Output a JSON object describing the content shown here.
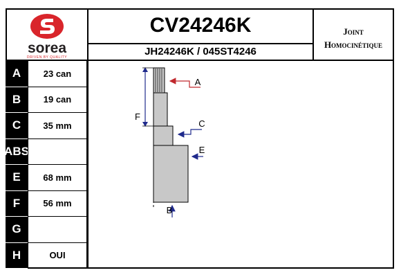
{
  "brand": {
    "name": "sorea",
    "tagline": "DRIVEN BY QUALITY",
    "logo_color": "#d9252b"
  },
  "header": {
    "reference": "CV24246K",
    "alt_references": "JH24246K / 045ST4246",
    "product_type_line1": "Joint",
    "product_type_line2": "Homocinétique"
  },
  "specs": [
    {
      "label": "A",
      "value": "23 can"
    },
    {
      "label": "B",
      "value": "19 can"
    },
    {
      "label": "C",
      "value": "35 mm"
    },
    {
      "label": "ABS",
      "value": ""
    },
    {
      "label": "E",
      "value": "68 mm"
    },
    {
      "label": "F",
      "value": "56 mm"
    },
    {
      "label": "G",
      "value": ""
    },
    {
      "label": "H",
      "value": "OUI"
    }
  ],
  "diagram": {
    "labels": {
      "a": "A",
      "b": "B",
      "c": "C",
      "e": "E",
      "f": "F"
    },
    "colors": {
      "shaft": "#c8c8c8",
      "arrow_red": "#c0282d",
      "arrow_blue": "#1f2a8c"
    }
  }
}
